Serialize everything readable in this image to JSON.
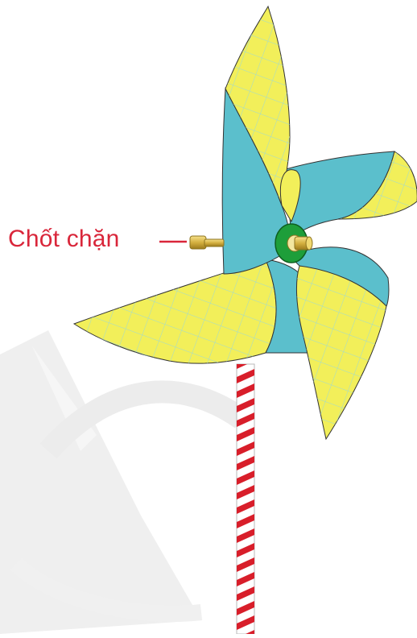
{
  "callout": {
    "label": "Chốt chặn"
  },
  "colors": {
    "blade_yellow": "#f2ef5a",
    "blade_teal": "#5bbfcc",
    "grid_line": "#9fd9d2",
    "hub_green": "#1e9e3a",
    "pin_gold": "#d4b040",
    "stick_red": "#d81e2a",
    "stick_white": "#ffffff",
    "label_red": "#d9263a",
    "watermark_grey": "#ececec"
  },
  "parts": [
    "blade-top",
    "blade-right",
    "blade-bottom",
    "blade-left",
    "hub",
    "stopper-pin",
    "axle",
    "stick"
  ]
}
